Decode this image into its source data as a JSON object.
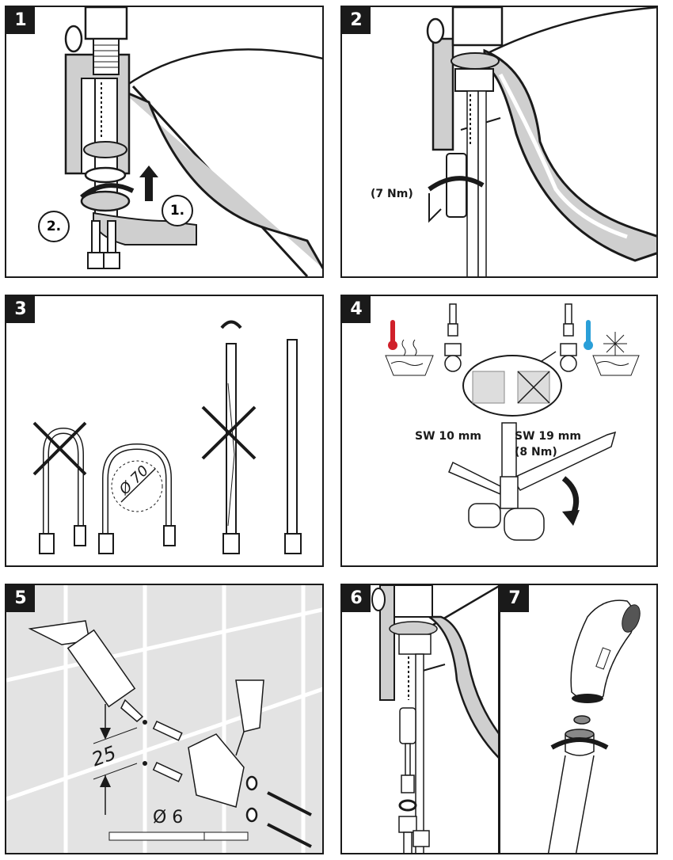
{
  "document": {
    "type": "installation instructions",
    "panels": [
      {
        "number": "1",
        "callouts": [
          "1.",
          "2."
        ]
      },
      {
        "number": "2",
        "torque": "(7 Nm)"
      },
      {
        "number": "3",
        "bend_diameter": "Ø 70",
        "notes": [
          "no tight bends",
          "no twisting"
        ]
      },
      {
        "number": "4",
        "wrench_left": "SW 10 mm",
        "wrench_right": "SW 19 mm",
        "torque": "(8 Nm)",
        "hot_color": "#d0202a",
        "cold_color": "#2a9fd8"
      },
      {
        "number": "5",
        "spacing": "25",
        "drill": "Ø 6"
      },
      {
        "number": "6"
      },
      {
        "number": "7"
      }
    ]
  }
}
